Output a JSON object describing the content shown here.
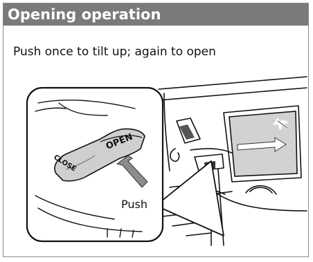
{
  "section": {
    "title": "Opening operation",
    "instruction": "Push once to tilt up; again to open"
  },
  "illustration": {
    "switch_open_label": "OPEN",
    "switch_close_label": "CLOSE",
    "push_label": "Push",
    "header_color": "#7a7a7a",
    "sunroof_panel_color": "#d2d2d2"
  }
}
